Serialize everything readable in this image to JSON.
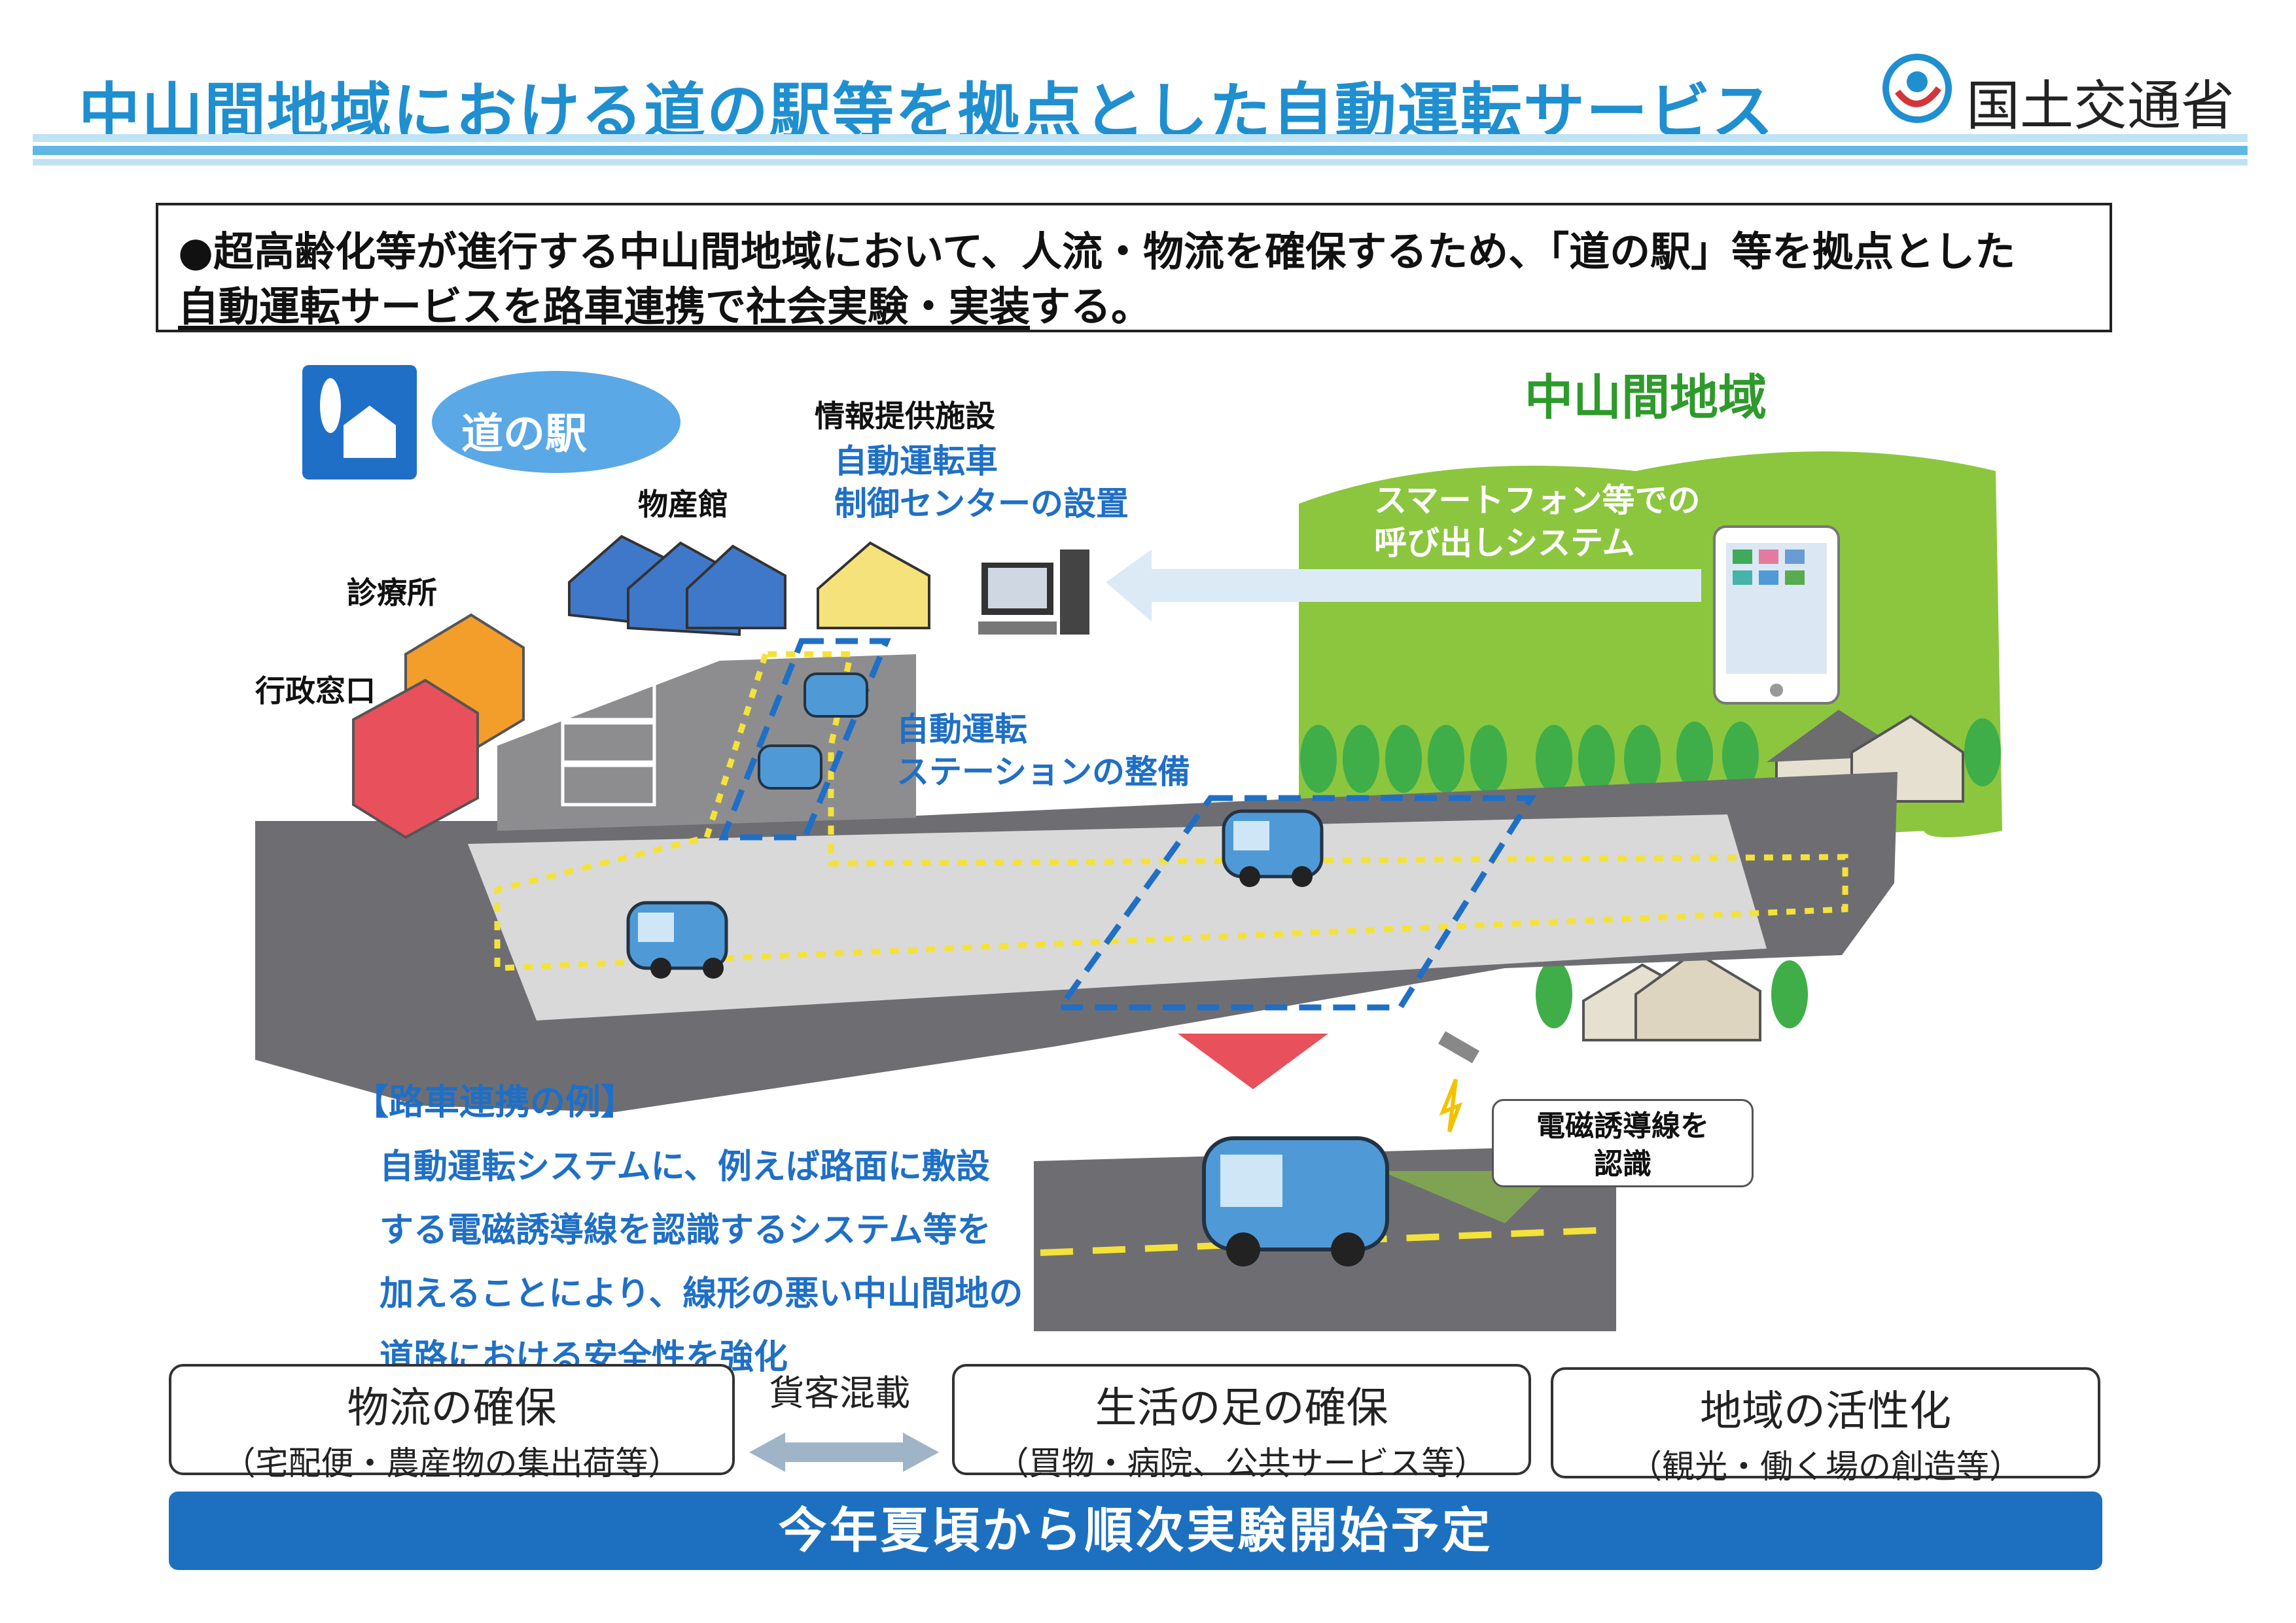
{
  "header": {
    "title": "中山間地域における道の駅等を拠点とした自動運転サービス",
    "ministry": "国土交通省"
  },
  "summary": {
    "line1": "●超高齢化等が進行する中山間地域において、人流・物流を確保するため、「道の駅」等を拠点とした",
    "line2_underlined": "自動運転サービスを路車連携で社会実験・実装",
    "line2_rest": "する。"
  },
  "diagram": {
    "michi_no_eki": "道の駅",
    "bussankan": "物産館",
    "shinryojo": "診療所",
    "gyosei": "行政窓口",
    "info_facility": "情報提供施設",
    "center_line1": "自動運転車",
    "center_line2": "制御センターの設置",
    "station_line1": "自動運転",
    "station_line2": "ステーションの整備",
    "mountain_area": "中山間地域",
    "smartphone_line1": "スマートフォン等での",
    "smartphone_line2": "呼び出しシステム",
    "em_line1": "電磁誘導線を",
    "em_line2": "認識"
  },
  "example": {
    "heading": "【路車連携の例】",
    "lines": [
      "自動運転システムに、例えば路面に敷設",
      "する電磁誘導線を認識するシステム等を",
      "加えることにより、線形の悪い中山間地の",
      "道路における安全性を強化"
    ]
  },
  "outcomes": {
    "mixed": "貨客混載",
    "items": [
      {
        "title": "物流の確保",
        "sub": "（宅配便・農産物の集出荷等）"
      },
      {
        "title": "生活の足の確保",
        "sub": "（買物・病院、公共サービス等）"
      },
      {
        "title": "地域の活性化",
        "sub": "（観光・働く場の創造等）"
      }
    ]
  },
  "banner": "今年夏頃から順次実験開始予定",
  "colors": {
    "title_blue": "#1f8fd0",
    "label_blue": "#1f6fc6",
    "green_area": "#8cc63f",
    "banner_blue": "#1d70c0",
    "road_gray": "#6e6e72",
    "route_yellow": "#f4e23a"
  }
}
